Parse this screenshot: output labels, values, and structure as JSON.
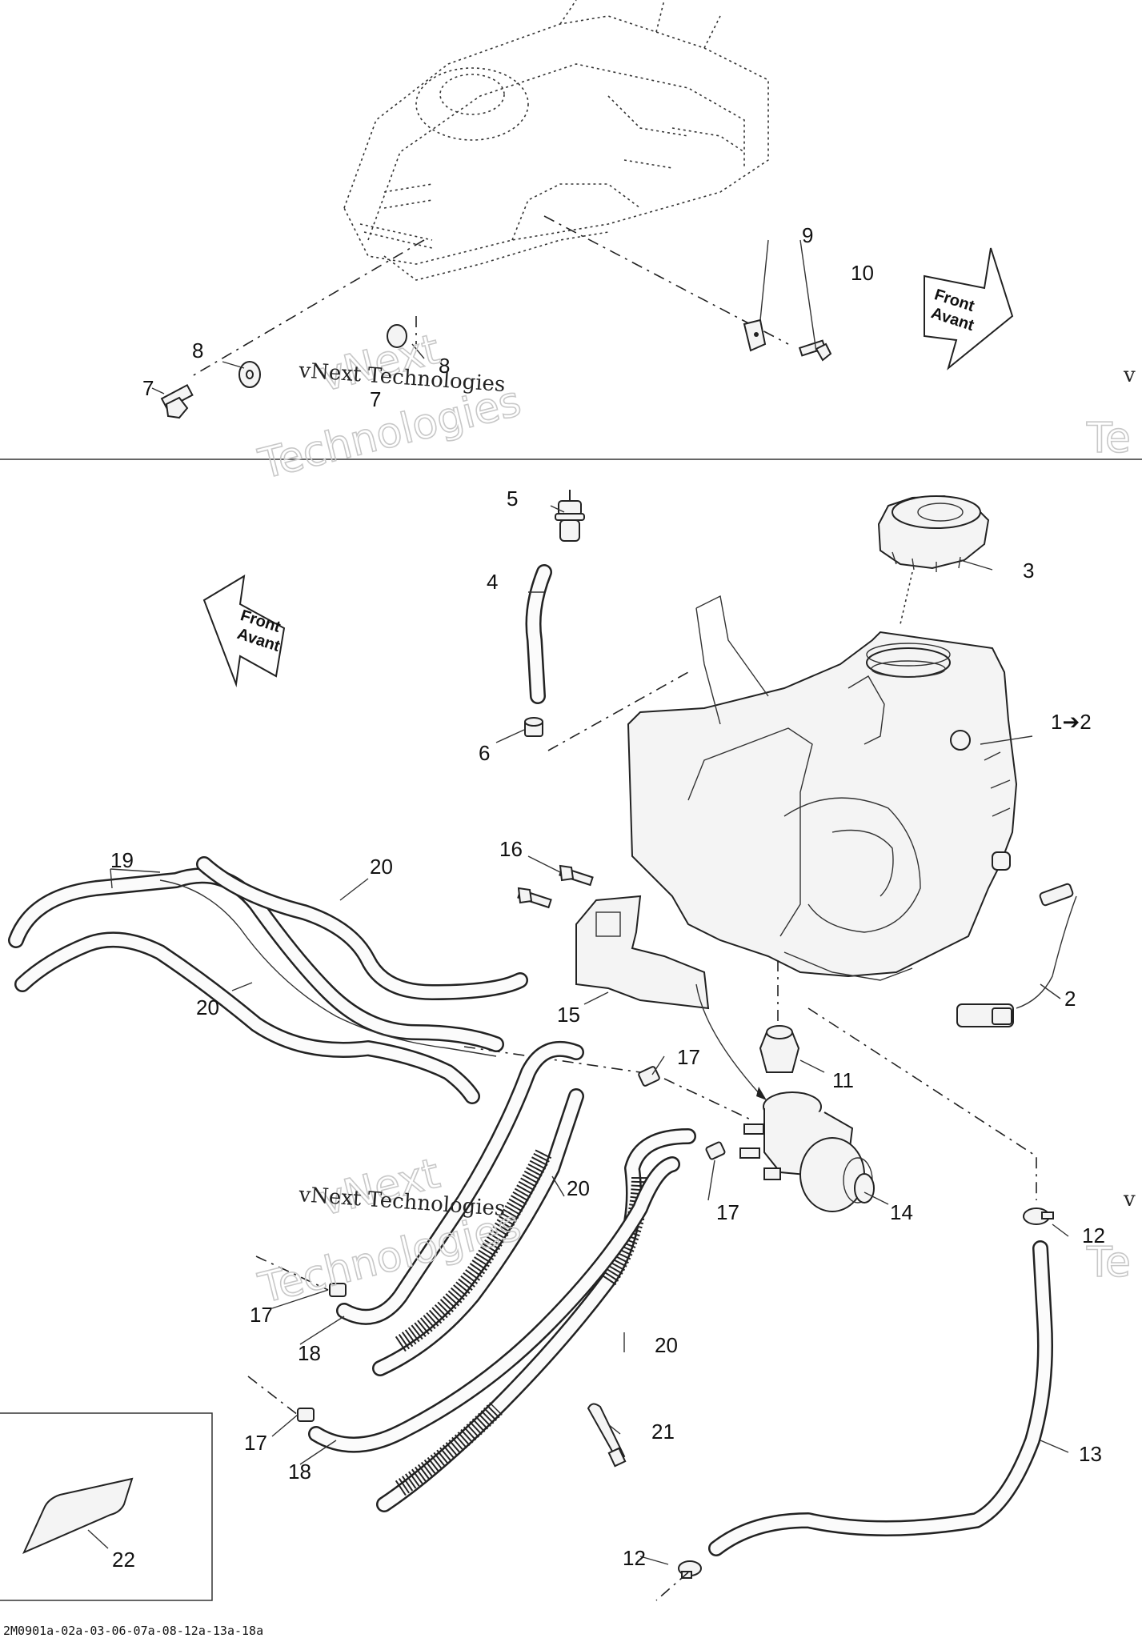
{
  "callouts": {
    "c1to2": "1➔2",
    "c2": "2",
    "c3": "3",
    "c4": "4",
    "c5": "5",
    "c6": "6",
    "c7_top": "7",
    "c7_mid": "7",
    "c8_left": "8",
    "c8_right": "8",
    "c9": "9",
    "c10": "10",
    "c11": "11",
    "c12_upper": "12",
    "c12_lower": "12",
    "c13": "13",
    "c14": "14",
    "c15": "15",
    "c16": "16",
    "c17_a": "17",
    "c17_b": "17",
    "c17_c": "17",
    "c17_d": "17",
    "c18_a": "18",
    "c18_b": "18",
    "c19": "19",
    "c20_a": "20",
    "c20_b": "20",
    "c20_c": "20",
    "c20_d": "20",
    "c21": "21",
    "c22": "22"
  },
  "direction_arrows": {
    "front": "Front",
    "avant": "Avant"
  },
  "watermark": {
    "brand_line1": "vNext",
    "brand_line2": "Technologies",
    "caption": "vNext Technologies",
    "edge_v": "v",
    "edge_te": "Te"
  },
  "footer": {
    "part_code": "2M0901a-02a-03-06-07a-08-12a-13a-18a"
  }
}
